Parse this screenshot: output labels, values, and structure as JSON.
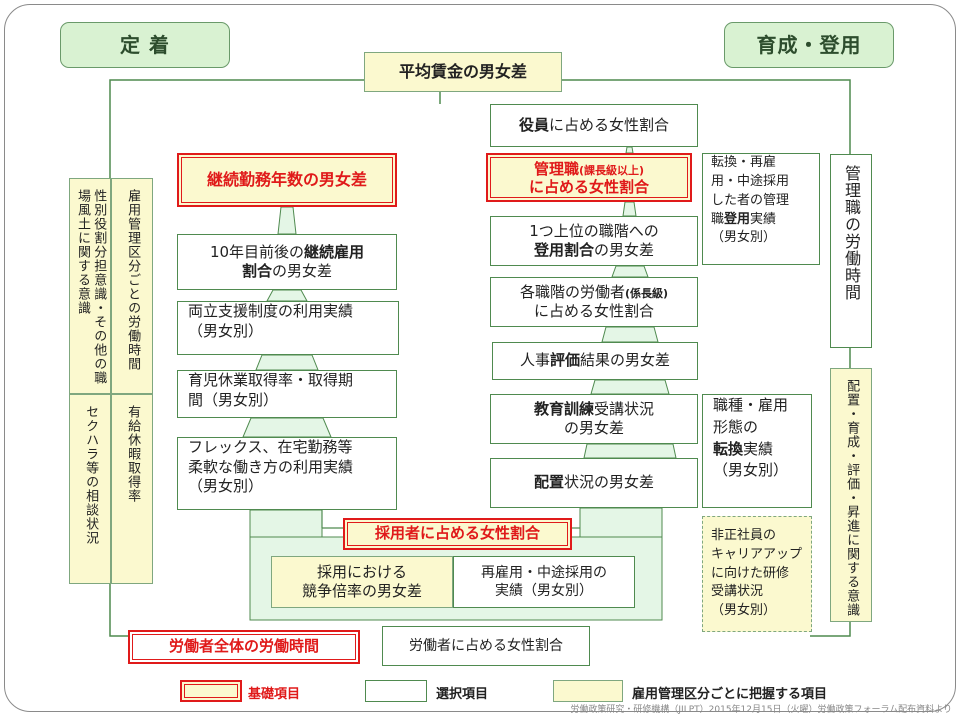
{
  "headers": {
    "left": "定 着",
    "right": "育成・登用"
  },
  "top_box": "平均賃金の男女差",
  "left_column": {
    "basic_title": "継続勤務年数の男女差",
    "item1_a": "10年目前後の",
    "item1_b": "継続雇用",
    "item1_c": "割合",
    "item1_d": "の男女差",
    "item2_a": "両立支援制度の利用実績",
    "item2_b": "（男女別）",
    "item3_a": "育児休業取得率・取得期",
    "item3_b": "間（男女別）",
    "item4_a": "フレックス、在宅勤務等",
    "item4_b": "柔軟な働き方の利用実績",
    "item4_c": "（男女別）"
  },
  "right_column": {
    "officer_a": "役員",
    "officer_b": "に占める女性割合",
    "manager_a": "管理職",
    "manager_b": "(課長級以上)",
    "manager_c": "に占める女性割合",
    "promo_a": "1つ上位の職階への",
    "promo_b": "登用割合",
    "promo_c": "の男女差",
    "levels_a": "各職階の労働者",
    "levels_b": "(係長級)",
    "levels_c": "に占める女性割合",
    "eval_a": "人事",
    "eval_b": "評価",
    "eval_c": "結果の男女差",
    "training_a": "教育訓練",
    "training_b": "受講状況",
    "training_c": "の男女差",
    "placement_a": "配置",
    "placement_b": "状況の男女差"
  },
  "side_right": {
    "midcareer_a": "転換・再雇",
    "midcareer_b": "用・中途採用",
    "midcareer_c": "した者の管理",
    "midcareer_d": "職",
    "midcareer_e": "登用",
    "midcareer_f": "実績",
    "midcareer_g": "（男女別）",
    "conversion_a": "職種・雇用",
    "conversion_b": "形態の",
    "conversion_c": "転換",
    "conversion_d": "実績",
    "conversion_e": "（男女別）",
    "nonregular_a": "非正社員の",
    "nonregular_b": "キャリアアップ",
    "nonregular_c": "に向けた研修",
    "nonregular_d": "受講状況",
    "nonregular_e": "（男女別）"
  },
  "vertical": {
    "left_outer_top": "性別役割分担意識・その他の職場風土に関する意識",
    "left_inner_top": "雇用管理区分ごとの労働時間",
    "left_outer_bottom": "セクハラ等の相談状況",
    "left_inner_bottom": "有給休暇取得率",
    "right_top": "管理職の労働時間",
    "right_bottom": "配置・育成・評価・昇進に関する意識"
  },
  "bottom": {
    "hiring_women": "採用者に占める女性割合",
    "competition_a": "採用における",
    "competition_b": "競争倍率の男女差",
    "rehire_a": "再雇用・中途採用の",
    "rehire_b": "実績（男女別）",
    "work_hours": "労働者全体の労働時間",
    "women_share": "労働者に占める女性割合"
  },
  "legend": {
    "basic": "基礎項目",
    "selected": "選択項目",
    "by_category": "雇用管理区分ごとに把握する項目"
  },
  "source": "労働政策研究・研修機構（JILPT）2015年12月15日（火曜）労働政策フォーラム配布資料より",
  "colors": {
    "basic_border": "#e01a1a",
    "fill_yellow": "#fbf9cf",
    "fill_green": "#d9f2d2",
    "line_green": "#4f8a4f"
  }
}
